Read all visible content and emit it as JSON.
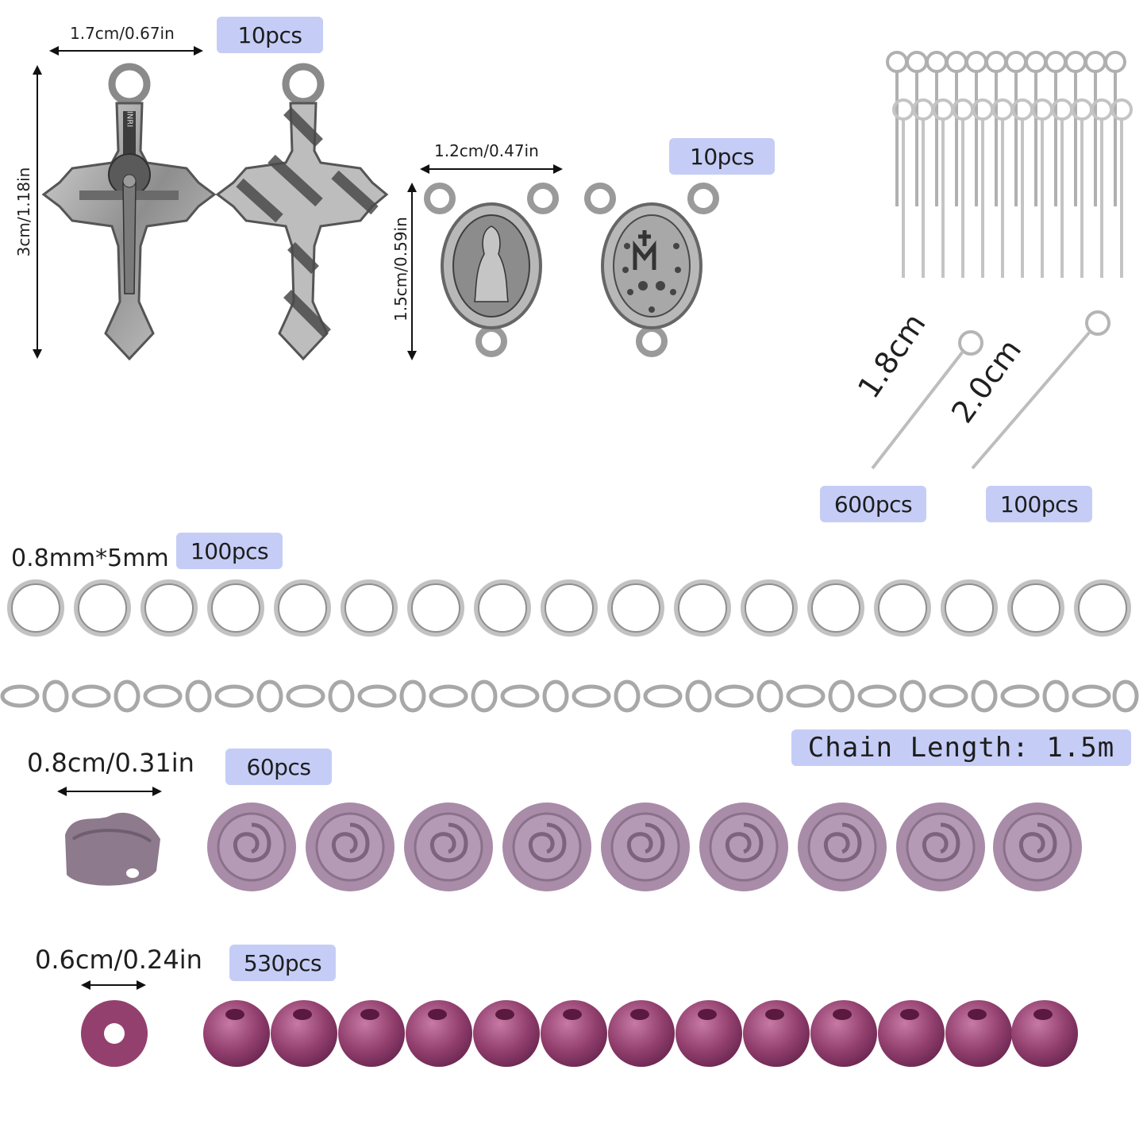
{
  "crucifix": {
    "width_label": "1.7cm/0.67in",
    "height_label": "3cm/1.18in",
    "qty": "10pcs",
    "inri": "INRI"
  },
  "centerpiece": {
    "width_label": "1.2cm/0.47in",
    "height_label": "1.5cm/0.59in",
    "qty": "10pcs"
  },
  "eye_pins": {
    "short_len": "1.8cm",
    "long_len": "2.0cm",
    "short_qty": "600pcs",
    "long_qty": "100pcs"
  },
  "jump_rings": {
    "size_label": "0.8mm*5mm",
    "qty": "100pcs"
  },
  "chain": {
    "length_label": "Chain Length: 1.5m"
  },
  "rose_beads": {
    "size_label": "0.8cm/0.31in",
    "qty": "60pcs",
    "color": "#a88ca8"
  },
  "pearl_beads": {
    "size_label": "0.6cm/0.24in",
    "qty": "530pcs",
    "color": "#93406f"
  },
  "colors": {
    "badge_bg": "#c5cdf6",
    "silver": "#b9b9b9"
  }
}
